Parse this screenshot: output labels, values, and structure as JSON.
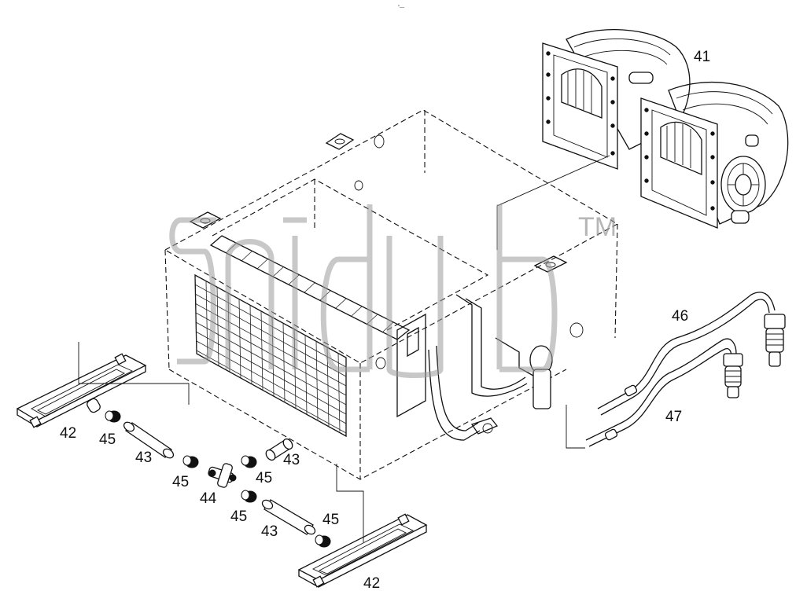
{
  "header_mark": "″—",
  "callouts": {
    "blower_unit": "41",
    "bracket_left": "42",
    "bracket_bottom": "42",
    "hose_upper_left": "43",
    "hose_upper_right": "43",
    "hose_lower": "43",
    "tee_fitting": "44",
    "clamp_a": "45",
    "clamp_b": "45",
    "clamp_c": "45",
    "clamp_d": "45",
    "clamp_e": "45",
    "pipe_upper": "46",
    "pipe_lower": "47"
  },
  "watermark": {
    "trademark": "TM"
  }
}
